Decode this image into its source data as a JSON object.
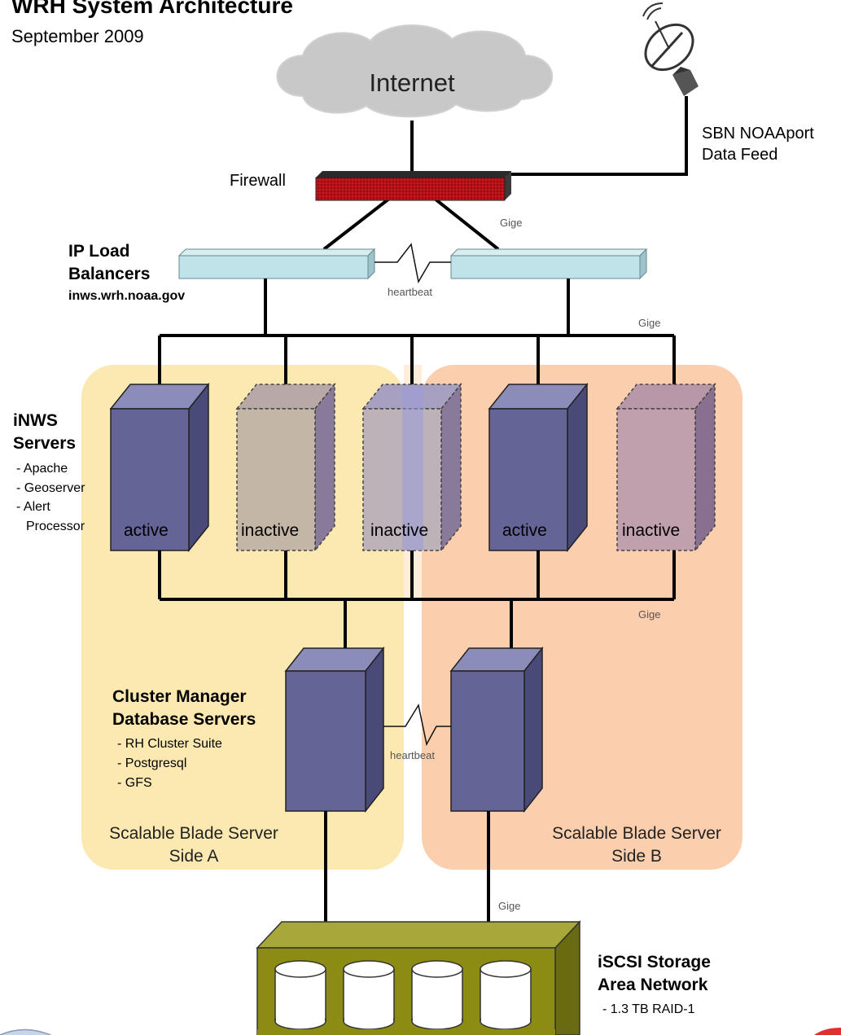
{
  "title": "WRH System Architecture",
  "subtitle": "September 2009",
  "internet": {
    "label": "Internet"
  },
  "satellite": {
    "label_line1": "SBN NOAAport",
    "label_line2": "Data Feed"
  },
  "firewall": {
    "label": "Firewall"
  },
  "load_balancers": {
    "title_line1": "IP Load",
    "title_line2": "Balancers",
    "host": "inws.wrh.noaa.gov",
    "heartbeat": "heartbeat"
  },
  "links": {
    "gige_firewall": "Gige",
    "gige_balancers": "Gige",
    "gige_servers": "Gige",
    "gige_storage": "Gige"
  },
  "inws": {
    "title_line1": "iNWS",
    "title_line2": "Servers",
    "bullets": [
      "- Apache",
      "- Geoserver",
      "- Alert",
      "Processor"
    ],
    "servers": [
      {
        "status": "active"
      },
      {
        "status": "inactive"
      },
      {
        "status": "inactive"
      },
      {
        "status": "active"
      },
      {
        "status": "inactive"
      }
    ]
  },
  "cluster": {
    "title_line1": "Cluster Manager",
    "title_line2": "Database Servers",
    "bullets": [
      "- RH Cluster Suite",
      "- Postgresql",
      "- GFS"
    ],
    "heartbeat": "heartbeat"
  },
  "side_a": {
    "line1": "Scalable Blade Server",
    "line2": "Side A",
    "color": "#fce9b2"
  },
  "side_b": {
    "line1": "Scalable Blade Server",
    "line2": "Side B",
    "color": "#fbcfae"
  },
  "storage": {
    "title_line1": "iSCSI Storage",
    "title_line2": "Area Network",
    "detail": "- 1.3 TB RAID-1",
    "color": "#8c8c14"
  },
  "colors": {
    "active_server": "#646496",
    "firewall": "#b01010",
    "balancer": "#bfe3e8"
  }
}
